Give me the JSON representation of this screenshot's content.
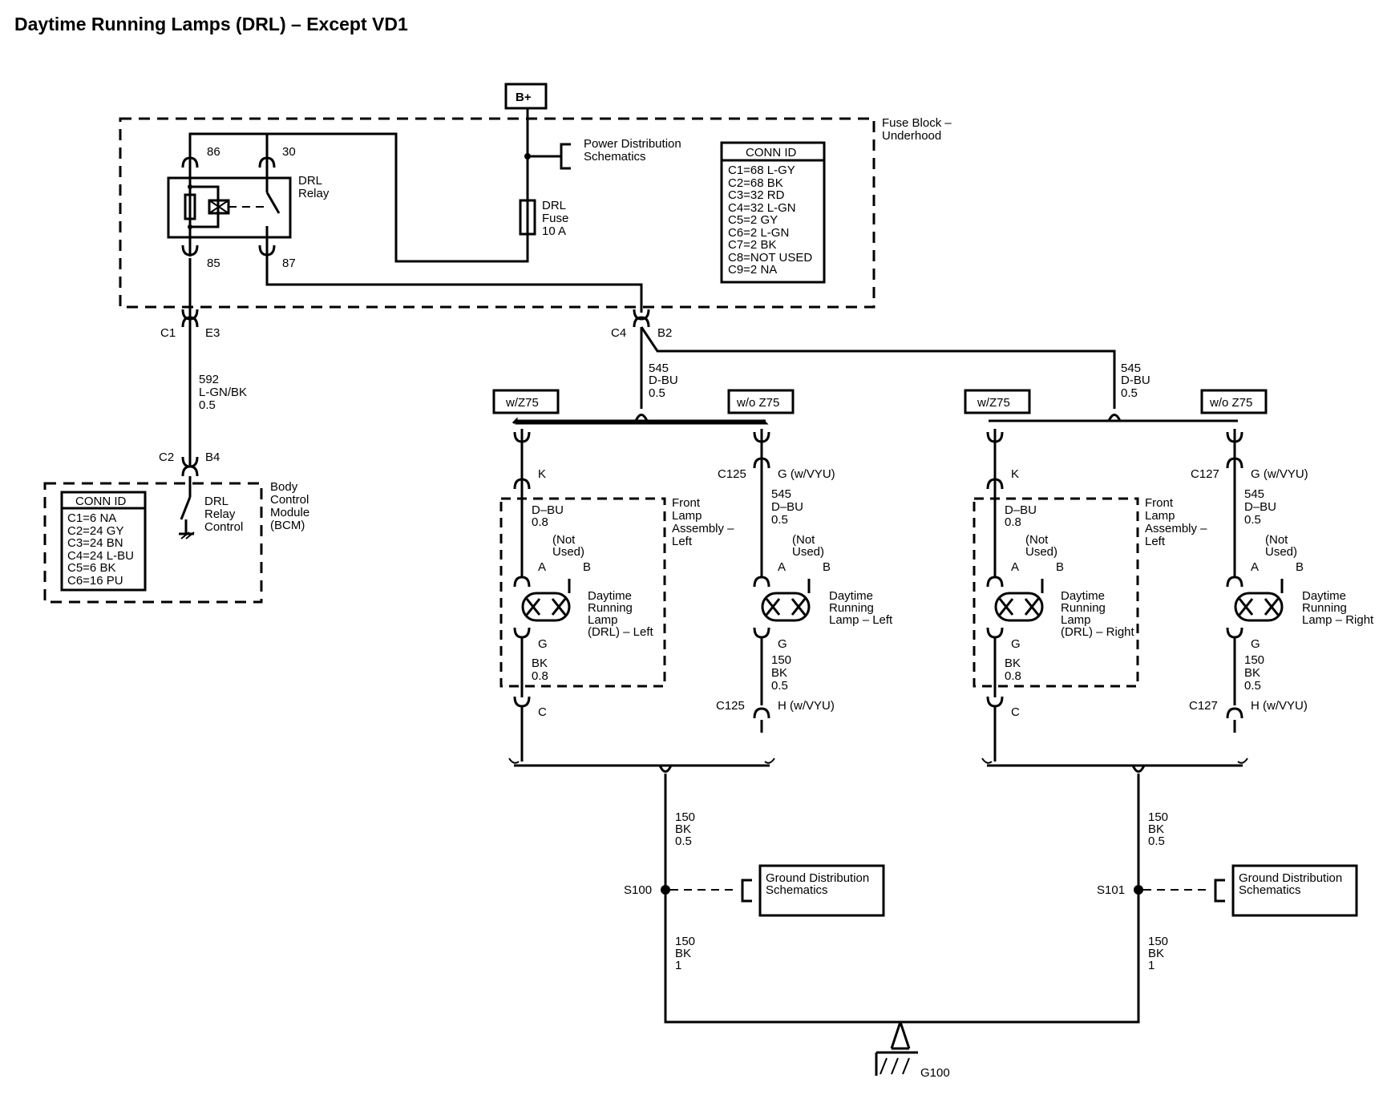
{
  "title": "Daytime Running Lamps (DRL) – Except VD1",
  "battery": "B+",
  "fuse_block": {
    "label": [
      "Fuse Block –",
      "Underhood"
    ],
    "relay_label": [
      "DRL",
      "Relay"
    ],
    "pins": {
      "p86": "86",
      "p30": "30",
      "p85": "85",
      "p87": "87"
    },
    "power_ref": [
      "Power Distribution",
      "Schematics"
    ],
    "fuse": [
      "DRL",
      "Fuse",
      "10 A"
    ],
    "conn_id": {
      "header": "CONN ID",
      "rows": [
        "C1=68 L-GY",
        "C2=68 BK",
        "C3=32 RD",
        "C4=32 L-GN",
        "C5=2 GY",
        "C6=2 L-GN",
        "C7=2 BK",
        "C8=NOT USED",
        "C9=2 NA"
      ]
    }
  },
  "connectors": {
    "c1": "C1",
    "e3": "E3",
    "c4": "C4",
    "b2": "B2",
    "c2": "C2",
    "b4": "B4"
  },
  "wires": {
    "w592": [
      "592",
      "L-GN/BK",
      "0.5"
    ],
    "w545a": [
      "545",
      "D-BU",
      "0.5"
    ],
    "w545b": [
      "545",
      "D-BU",
      "0.5"
    ]
  },
  "bcm": {
    "label": [
      "Body",
      "Control",
      "Module",
      "(BCM)"
    ],
    "control": [
      "DRL",
      "Relay",
      "Control"
    ],
    "conn_id": {
      "header": "CONN ID",
      "rows": [
        "C1=6 NA",
        "C2=24 GY",
        "C3=24 BN",
        "C4=24 L-BU",
        "C5=6 BK",
        "C6=16 PU"
      ]
    }
  },
  "options": {
    "with": "w/Z75",
    "without": "w/o Z75"
  },
  "left": {
    "front_lamp": [
      "Front",
      "Lamp",
      "Assembly –",
      "Left"
    ],
    "k": "K",
    "wire_in": [
      "D–BU",
      "0.8"
    ],
    "not_used": [
      "(Not",
      "Used)"
    ],
    "a": "A",
    "b": "B",
    "lamp": [
      "Daytime",
      "Running",
      "Lamp",
      "(DRL) – Left"
    ],
    "g": "G",
    "wire_out": [
      "BK",
      "0.8"
    ],
    "c": "C",
    "alt_conn": "C125",
    "alt_pin_in": "G (w/VYU)",
    "alt_wire_in": [
      "545",
      "D–BU",
      "0.5"
    ],
    "alt_not_used": [
      "(Not",
      "Used)"
    ],
    "alt_a": "A",
    "alt_b": "B",
    "alt_lamp": [
      "Daytime",
      "Running",
      "Lamp – Left"
    ],
    "alt_g": "G",
    "alt_wire_out": [
      "150",
      "BK",
      "0.5"
    ],
    "alt_conn2": "C125",
    "alt_pin_out": "H (w/VYU)",
    "ground_wire": [
      "150",
      "BK",
      "0.5"
    ],
    "splice": "S100",
    "gnd_ref": [
      "Ground Distribution",
      "Schematics"
    ],
    "ground_wire2": [
      "150",
      "BK",
      "1"
    ]
  },
  "right": {
    "front_lamp": [
      "Front",
      "Lamp",
      "Assembly –",
      "Left"
    ],
    "k": "K",
    "wire_in": [
      "D–BU",
      "0.8"
    ],
    "not_used": [
      "(Not",
      "Used)"
    ],
    "a": "A",
    "b": "B",
    "lamp": [
      "Daytime",
      "Running",
      "Lamp",
      "(DRL) – Right"
    ],
    "g": "G",
    "wire_out": [
      "BK",
      "0.8"
    ],
    "c": "C",
    "alt_conn": "C127",
    "alt_pin_in": "G (w/VYU)",
    "alt_wire_in": [
      "545",
      "D–BU",
      "0.5"
    ],
    "alt_not_used": [
      "(Not",
      "Used)"
    ],
    "alt_a": "A",
    "alt_b": "B",
    "alt_lamp": [
      "Daytime",
      "Running",
      "Lamp – Right"
    ],
    "alt_g": "G",
    "alt_wire_out": [
      "150",
      "BK",
      "0.5"
    ],
    "alt_conn2": "C127",
    "alt_pin_out": "H (w/VYU)",
    "ground_wire": [
      "150",
      "BK",
      "0.5"
    ],
    "splice": "S101",
    "gnd_ref": [
      "Ground Distribution",
      "Schematics"
    ],
    "ground_wire2": [
      "150",
      "BK",
      "1"
    ]
  },
  "ground": "G100"
}
